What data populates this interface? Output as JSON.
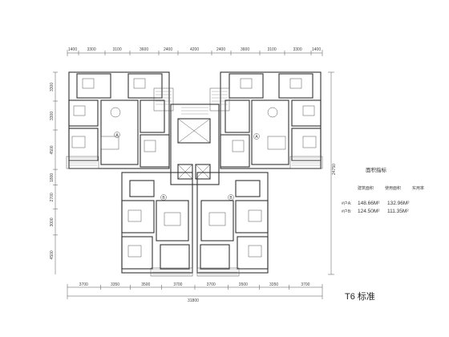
{
  "dims": {
    "top": [
      "1400",
      "3300",
      "3100",
      "3600",
      "2400",
      "4200",
      "2400",
      "3600",
      "3100",
      "3300",
      "1400"
    ],
    "bottom": [
      "3700",
      "3350",
      "3500",
      "3700",
      "3700",
      "3500",
      "3350",
      "3700"
    ],
    "total": "31800",
    "left": [
      "3300",
      "3300",
      "4500",
      "1800",
      "2700",
      "3000",
      "4500"
    ],
    "right_total": "24750"
  },
  "area_table": {
    "title": "面积指标",
    "col1": "建筑面积",
    "col2": "使用面积",
    "col3": "实用率",
    "row_a_label": "#户A:",
    "row_a_v1": "148.66M²",
    "row_a_v2": "132.96M²",
    "row_b_label": "#户B:",
    "row_b_v1": "124.50M²",
    "row_b_v2": "111.35M²"
  },
  "unit_markers": [
    "A",
    "A",
    "B",
    "B"
  ],
  "plan_title": "T6 标准"
}
